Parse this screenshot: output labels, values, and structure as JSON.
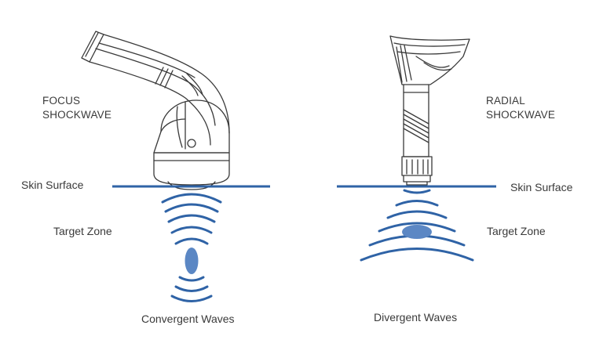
{
  "left": {
    "title_line1": "FOCUS",
    "title_line2": "SHOCKWAVE",
    "skin_label": "Skin Surface",
    "target_label": "Target Zone",
    "waves_label": "Convergent Waves"
  },
  "right": {
    "title_line1": "RADIAL",
    "title_line2": "SHOCKWAVE",
    "skin_label": "Skin Surface",
    "target_label": "Target Zone",
    "waves_label": "Divergent Waves"
  },
  "colors": {
    "wave_blue": "#2f63a6",
    "target_blue": "#5b87c4",
    "outline": "#3a3a3a"
  }
}
